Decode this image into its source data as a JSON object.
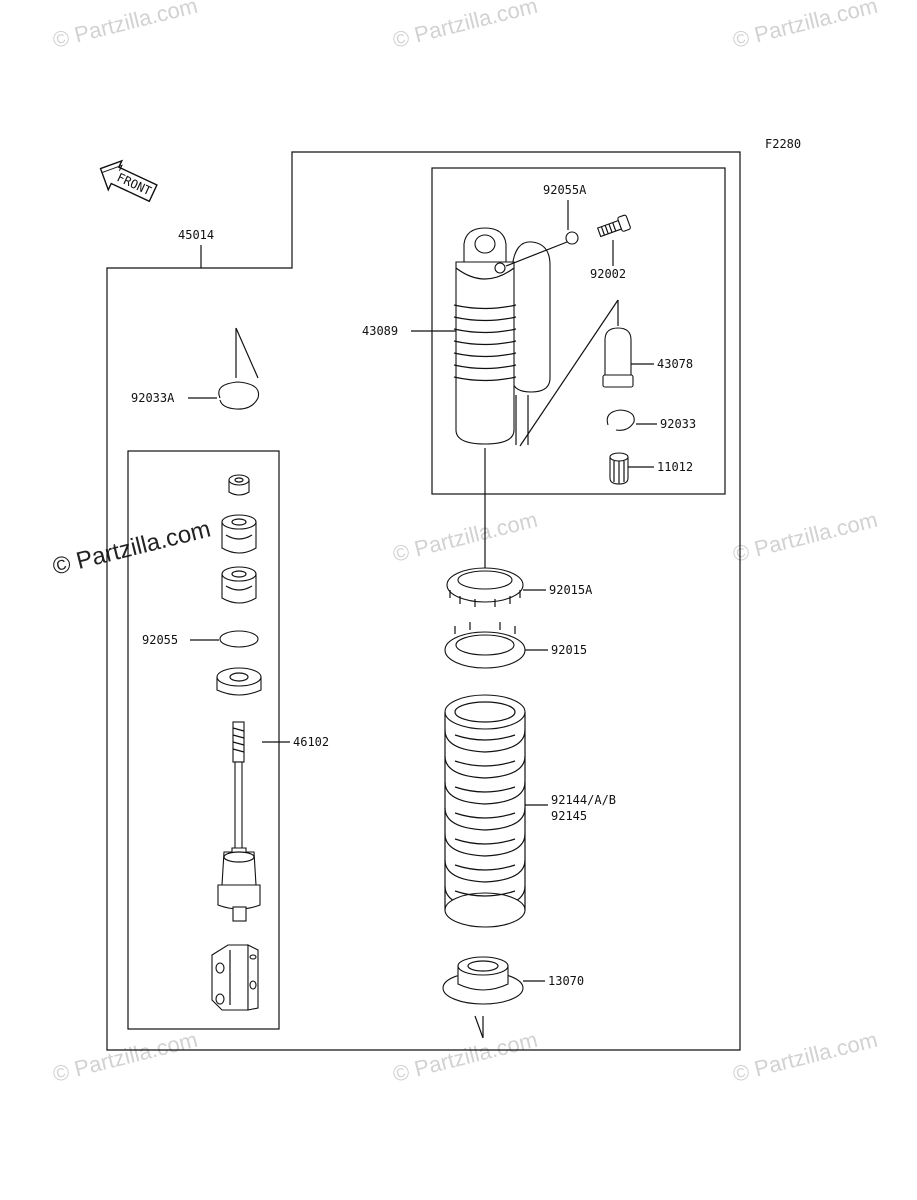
{
  "diagram": {
    "figure_code": "F2280",
    "front_label": "FRONT",
    "watermark_text": "© Partzilla.com",
    "parts": {
      "p45014": "45014",
      "p43089": "43089",
      "p92055A": "92055A",
      "p92002": "92002",
      "p43078": "43078",
      "p92033": "92033",
      "p11012": "11012",
      "p92033A": "92033A",
      "p92055": "92055",
      "p46102": "46102",
      "p92015A": "92015A",
      "p92015": "92015",
      "p92144AB": "92144/A/B",
      "p92145": "92145",
      "p13070": "13070"
    }
  },
  "colors": {
    "line": "#111111",
    "watermark": "#d2d2d2",
    "background": "#ffffff"
  }
}
